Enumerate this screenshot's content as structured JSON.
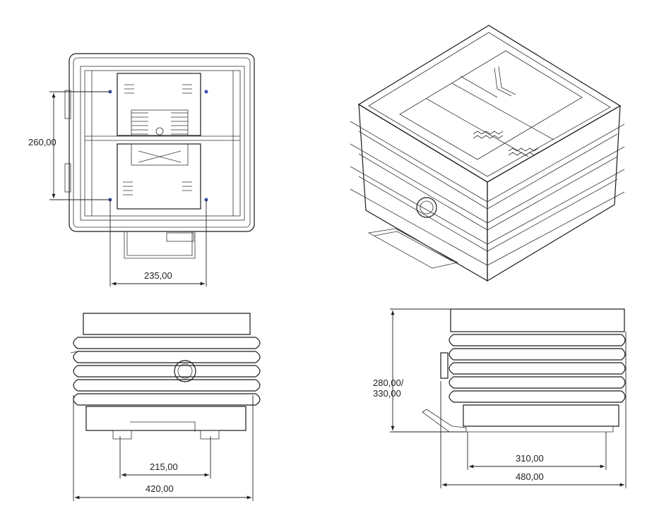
{
  "top_view": {
    "dim_vertical": "260,00",
    "dim_horizontal": "235,00"
  },
  "front_view": {
    "dim_inner": "215,00",
    "dim_outer": "420,00"
  },
  "side_view": {
    "dim_height_line1": "280,00/",
    "dim_height_line2": "330,00",
    "dim_inner": "310,00",
    "dim_outer": "480,00"
  }
}
